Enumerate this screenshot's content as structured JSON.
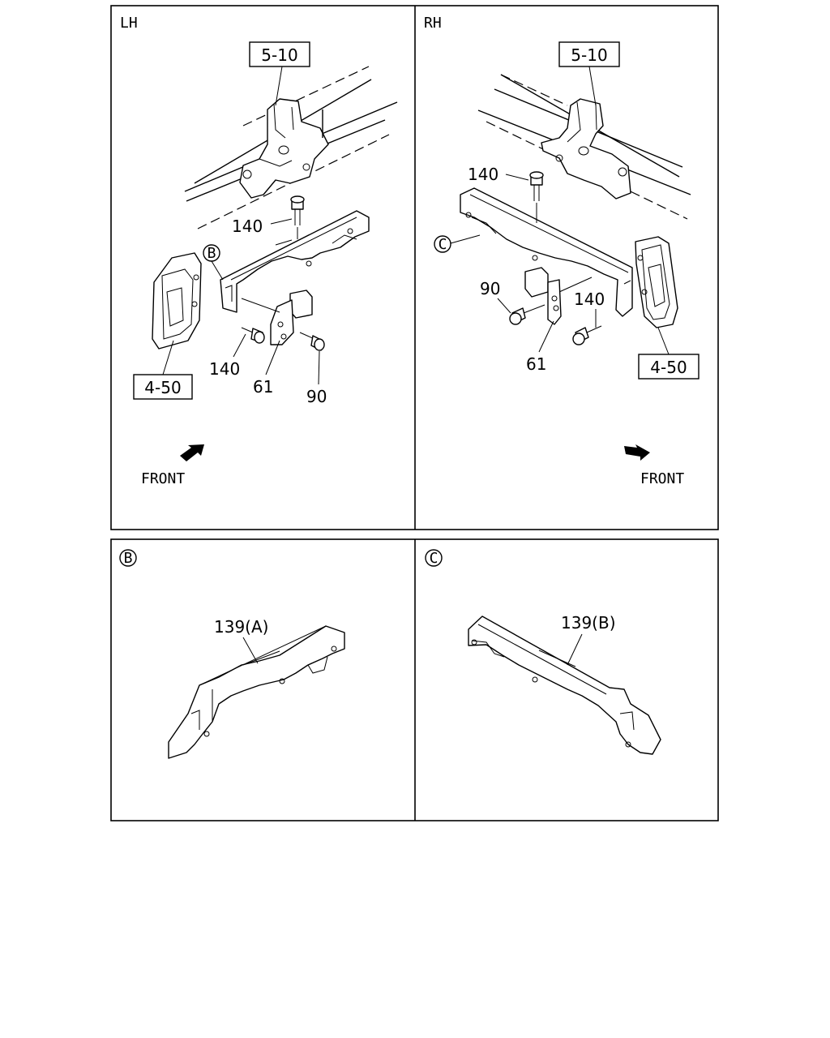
{
  "panels": {
    "lh": {
      "header": "LH",
      "refs": {
        "frame_ref": "5-10",
        "lamp_ref": "4-50"
      },
      "callouts": {
        "bolt_top": "140",
        "bolt_bottom": "140",
        "bracket": "61",
        "screw": "90",
        "detail_marker": "B"
      },
      "front_label": "FRONT"
    },
    "rh": {
      "header": "RH",
      "refs": {
        "frame_ref": "5-10",
        "lamp_ref": "4-50"
      },
      "callouts": {
        "bolt_top": "140",
        "bolt_right": "140",
        "bracket": "61",
        "screw": "90",
        "detail_marker": "C"
      },
      "front_label": "FRONT"
    },
    "detail_b": {
      "marker": "B",
      "part_label": "139(A)"
    },
    "detail_c": {
      "marker": "C",
      "part_label": "139(B)"
    }
  }
}
